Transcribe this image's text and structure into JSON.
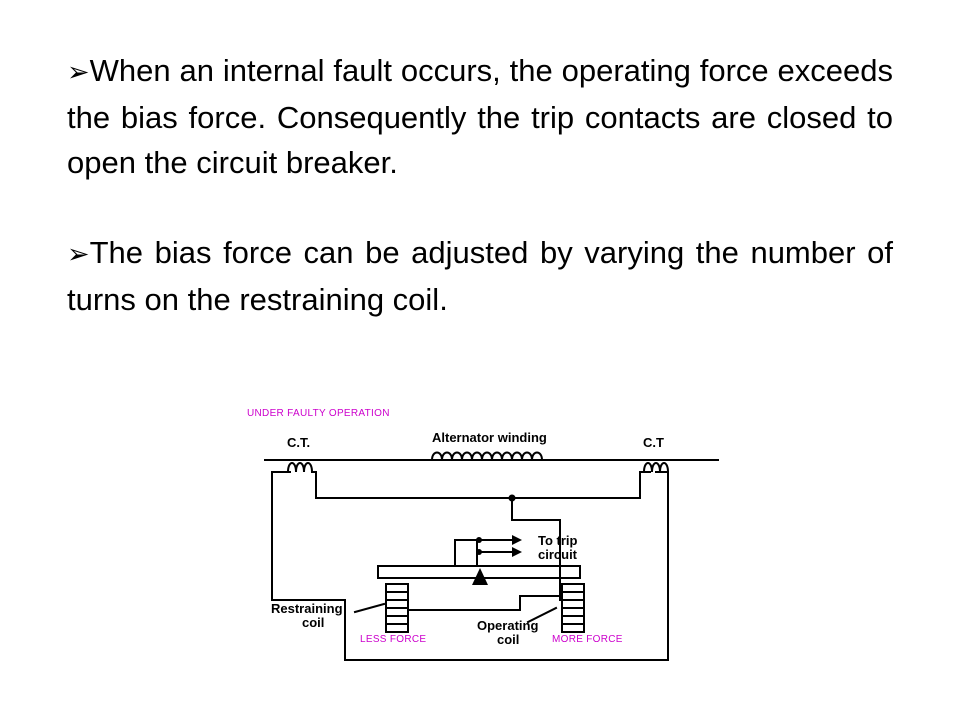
{
  "slide": {
    "bullet_marker": "➢",
    "bullets": [
      "When an internal fault occurs, the operating force exceeds the bias force. Consequently the trip contacts are closed to open the circuit breaker.",
      "The bias force can be adjusted by varying the number of turns on the restraining coil."
    ]
  },
  "diagram": {
    "caption": "UNDER FAULTY OPERATION",
    "ct_left": "C.T.",
    "ct_right": "C.T",
    "winding_label": "Alternator winding",
    "trip_label_1": "To trip",
    "trip_label_2": "circuit",
    "restraining_label_1": "Restraining",
    "restraining_label_2": "coil",
    "operating_label_1": "Operating",
    "operating_label_2": "coil",
    "less_force": "LESS FORCE",
    "more_force": "MORE FORCE",
    "annotation_color": "#cc00cc"
  }
}
